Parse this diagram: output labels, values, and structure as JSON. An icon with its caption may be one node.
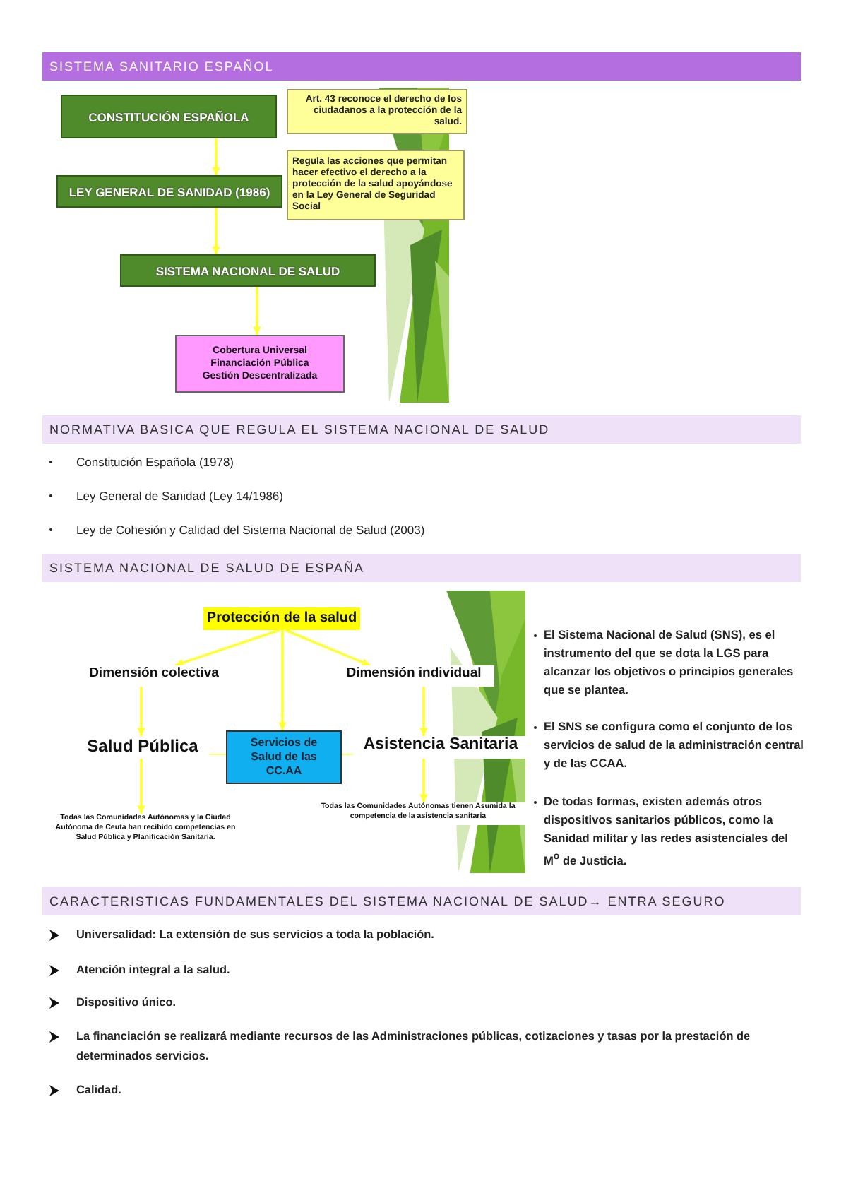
{
  "diagram": {
    "nodes": [
      {
        "text": [
          "CONSTITUCIÓN ESPAÑOLA"
        ]
      },
      {
        "text": [
          "Art. 43 reconoce el derecho de los ciudadanos a la protección de la salud."
        ]
      },
      {
        "text": [
          "LEY GENERAL DE SANIDAD (1986)"
        ]
      },
      {
        "text": [
          "Regula las acciones que permitan hacer efectivo el derecho a la protección de la salud apoyándose en la Ley General de Seguridad Social"
        ]
      },
      {
        "text": [
          "SISTEMA NACIONAL DE SALUD"
        ]
      },
      {
        "text": [
          "Cobertura Universal",
          "Financiación Pública",
          "Gestión Descentralizada"
        ]
      },
      {
        "text": [
          "Protección de la salud"
        ]
      },
      {
        "text": [
          "Dimensión colectiva"
        ]
      },
      {
        "text": [
          "Dimensión individual"
        ]
      },
      {
        "text": [
          "Servicios de Salud de las CC.AA"
        ]
      },
      {
        "text": [
          "Salud Pública"
        ]
      },
      {
        "text": [
          "Asistencia Sanitaria"
        ]
      },
      {
        "text": [
          "Todas las Comunidades Autónomas y la Ciudad Autónoma de Ceuta han recibido competencias en Salud Pública y Planificación Sanitaria."
        ]
      },
      {
        "text": [
          "Todas las Comunidades Autónomas tienen Asumida la competencia de la asistencia sanitaria"
        ]
      }
    ],
    "edges": [
      {
        "from": 0,
        "to": 2,
        "arrow": "to"
      },
      {
        "from": 2,
        "to": 4,
        "arrow": "to"
      },
      {
        "from": 4,
        "to": 5,
        "arrow": "to"
      },
      {
        "from": 6,
        "to": 7,
        "arrow": "to"
      },
      {
        "from": 6,
        "to": 9,
        "arrow": "to"
      },
      {
        "from": 6,
        "to": 8,
        "arrow": "to"
      },
      {
        "from": 7,
        "to": 10,
        "arrow": "to"
      },
      {
        "from": 8,
        "to": 11,
        "arrow": "to"
      },
      {
        "from": 10,
        "to": 9,
        "arrow": "none"
      },
      {
        "from": 9,
        "to": 11,
        "arrow": "none"
      },
      {
        "from": 10,
        "to": 12,
        "arrow": "to"
      },
      {
        "from": 11,
        "to": 13,
        "arrow": "to"
      }
    ],
    "labels": [
      "SISTEMA SANITARIO ESPAÑOL",
      "NORMATIVA BASICA QUE REGULA EL SISTEMA NACIONAL DE SALUD",
      "Constitución Española (1978)",
      "Ley General de Sanidad (Ley 14/1986)",
      "Ley de Cohesión y Calidad del Sistema Nacional de Salud (2003)",
      "SISTEMA NACIONAL DE SALUD DE ESPAÑA",
      "El Sistema Nacional de Salud (SNS), es el instrumento del que se dota la LGS para alcanzar los objetivos o principios generales que se plantea.",
      "El SNS se configura como el conjunto de los servicios de salud de la administración central y de las CCAA.",
      "De todas formas, existen además otros dispositivos sanitarios públicos, como la Sanidad militar y las redes asistenciales del M$^{o}$ de Justicia.",
      "CARACTERISTICAS FUNDAMENTALES DEL SISTEMA NACIONAL DE SALUD→ ENTRA SEGURO",
      "Universalidad: La extensión de sus servicios a toda la población.",
      "Atención integral a la salud.",
      "Dispositivo único.",
      "La financiación se realizará mediante recursos de las Administraciones públicas, cotizaciones y tasas por la prestación de determinados servicios.",
      "Calidad."
    ]
  }
}
